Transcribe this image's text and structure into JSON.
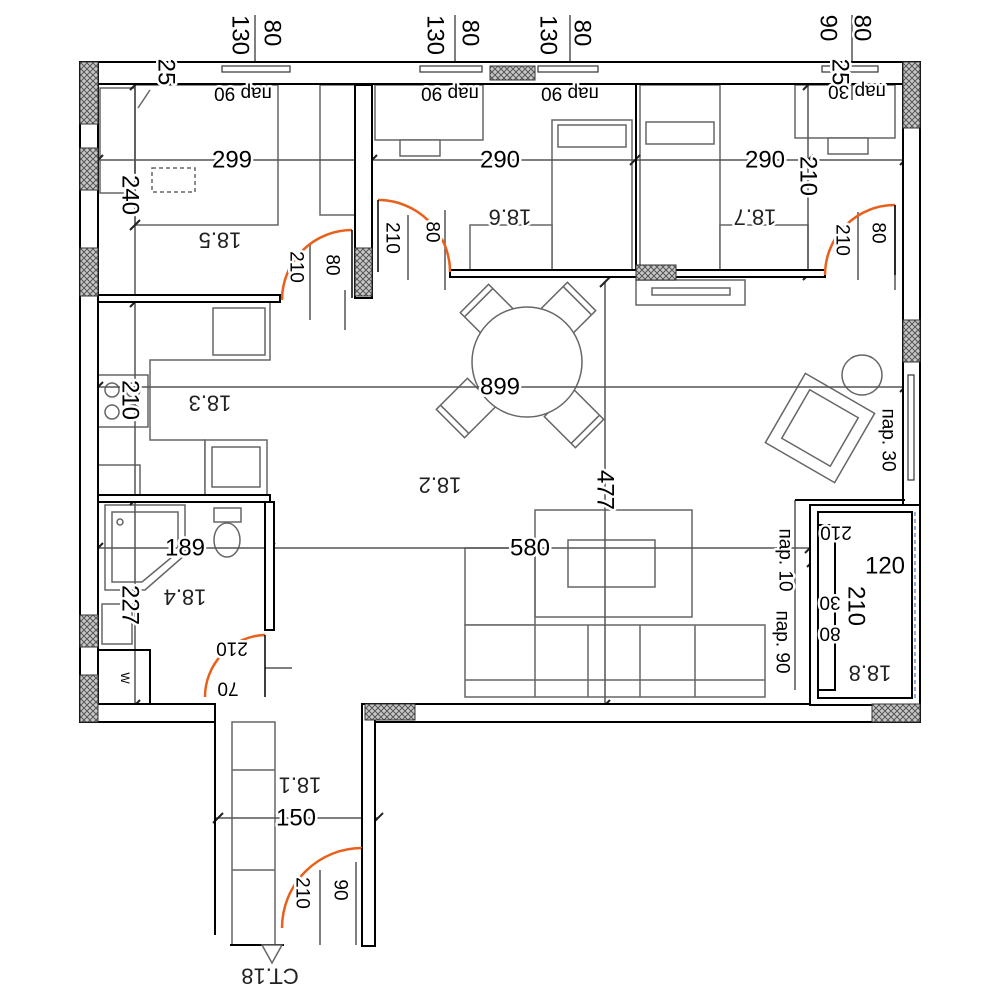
{
  "rooms": {
    "r1": "18.1",
    "r2": "18.2",
    "r3": "18.3",
    "r4": "18.4",
    "r5": "18.5",
    "r6": "18.6",
    "r7": "18.7",
    "r8": "18.8"
  },
  "dims": {
    "top_a": "299",
    "top_b": "290",
    "top_c": "290",
    "bed7_depth": "210",
    "left_a": "240",
    "left_b": "210",
    "left_c": "227",
    "mid_width": "899",
    "mid_height": "477",
    "low_a": "189",
    "low_b": "580",
    "wall_a": "25",
    "wall_b": "25",
    "corridor": "150",
    "balcony_w": "120"
  },
  "windows": [
    {
      "height": "130",
      "width": "80",
      "sill": "пар 90"
    },
    {
      "height": "130",
      "width": "80",
      "sill": "пар 90"
    },
    {
      "height": "130",
      "width": "80",
      "sill": "пар 90"
    },
    {
      "height": "90",
      "width": "80",
      "sill": "пар 30"
    }
  ],
  "side_window": {
    "sill": "пар. 30"
  },
  "doors": {
    "d5": {
      "height": "210",
      "width": "80"
    },
    "d6": {
      "height": "210",
      "width": "80"
    },
    "d7": {
      "height": "210",
      "width": "80"
    },
    "d4": {
      "height": "210",
      "width": "70"
    },
    "d1": {
      "height": "210",
      "width": "90"
    }
  },
  "balcony": {
    "sill_a": "пар. 10",
    "sill_b": "пар. 90",
    "h_a": "210",
    "h_b": "210",
    "w_a": "30",
    "w_b": "80"
  },
  "wc_mark": "W",
  "stair": "CT.18",
  "colors": {
    "wall": "#000000",
    "dim": "#555555",
    "door": "#e8601c",
    "furniture": "#666666",
    "glass": "#6a8fd0"
  }
}
